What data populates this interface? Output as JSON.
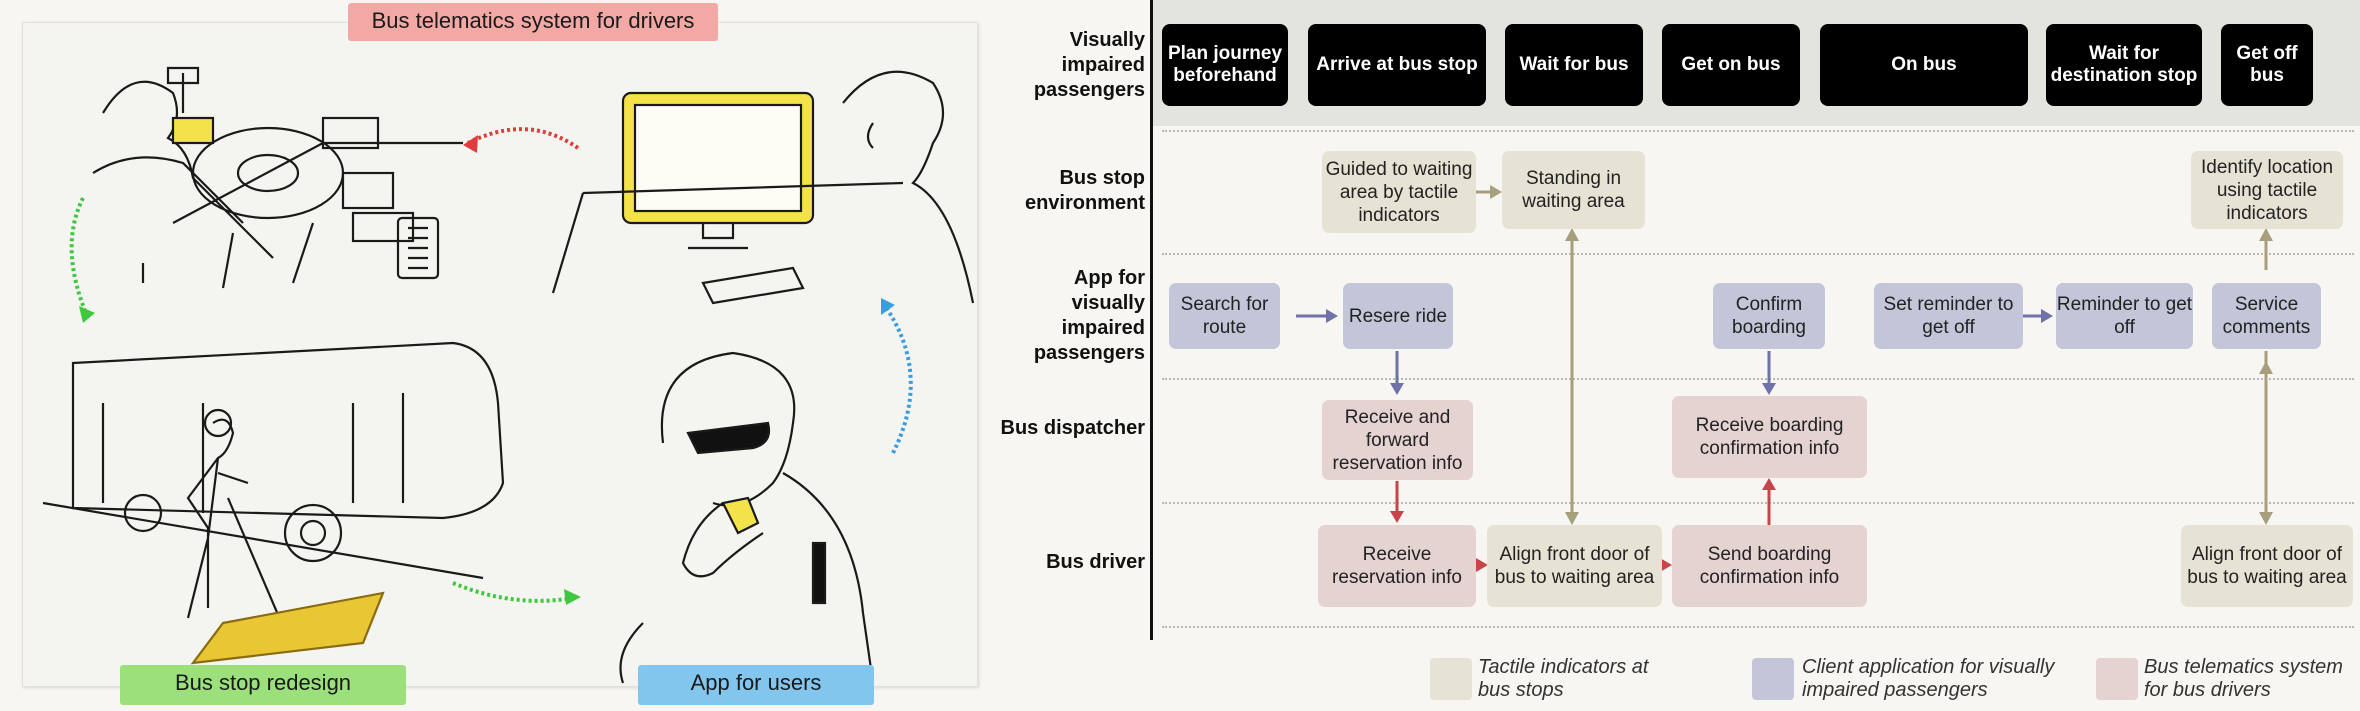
{
  "illustration": {
    "tag_top": "Bus telematics system for drivers",
    "tag_bottom_left": "Bus stop redesign",
    "tag_bottom_right": "App for users",
    "colors": {
      "red": "#e03c3c",
      "green": "#3fc73f",
      "blue": "#3a9de0",
      "yellow": "#f4e24a"
    }
  },
  "rows": {
    "visually_impaired": "Visually impaired passengers",
    "bus_stop_env": "Bus stop environment",
    "app": "App for visually impaired passengers",
    "dispatcher": "Bus dispatcher",
    "driver": "Bus driver"
  },
  "steps": [
    "Plan journey beforehand",
    "Arrive at bus stop",
    "Wait for bus",
    "Get on bus",
    "On bus",
    "Wait for destination stop",
    "Get off bus"
  ],
  "boxes": {
    "guided": "Guided to waiting area by tactile indicators",
    "standing": "Standing in waiting area",
    "identify": "Identify location using tactile indicators",
    "search": "Search for route",
    "reserve": "Resere ride",
    "confirm": "Confirm boarding",
    "set_reminder": "Set reminder to get off",
    "reminder": "Reminder to get off",
    "service": "Service comments",
    "receive_forward": "Receive and forward reservation info",
    "receive_boarding": "Receive boarding confirmation info",
    "receive_res": "Receive reservation info",
    "align1": "Align front door of bus to waiting area",
    "send_boarding": "Send boarding confirmation info",
    "align2": "Align front door of bus to waiting area"
  },
  "legend": {
    "tactile": "Tactile indicators at bus stops",
    "client": "Client application for visually impaired passengers",
    "telematics": "Bus telematics system for bus drivers"
  },
  "palette": {
    "tan": "#e6e3d5",
    "blue": "#c3c6d8",
    "pink": "#e5d3d2",
    "arrow_tan": "#a79e7c",
    "arrow_blue": "#6e72a8",
    "arrow_red": "#c9444a"
  }
}
